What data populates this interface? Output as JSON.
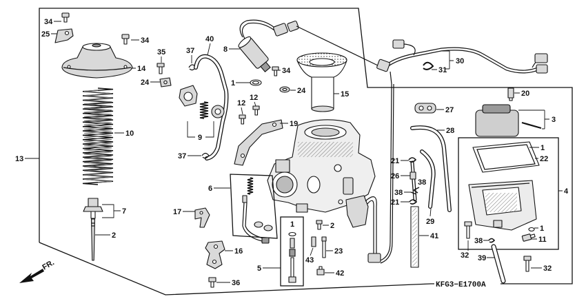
{
  "diagram": {
    "callouts": [
      "34",
      "25",
      "34",
      "14",
      "10",
      "13",
      "7",
      "2",
      "35",
      "24",
      "37",
      "40",
      "9",
      "37",
      "8",
      "1",
      "34",
      "24",
      "12",
      "12",
      "19",
      "15",
      "6",
      "17",
      "16",
      "36",
      "5",
      "1",
      "2",
      "23",
      "43",
      "42",
      "30",
      "31",
      "20",
      "27",
      "3",
      "28",
      "1",
      "22",
      "21",
      "26",
      "38",
      "38",
      "21",
      "4",
      "29",
      "41",
      "1",
      "11",
      "32",
      "38",
      "39",
      "32"
    ],
    "diagram_code": "KFG3−E1700A",
    "direction_label": "FR."
  }
}
